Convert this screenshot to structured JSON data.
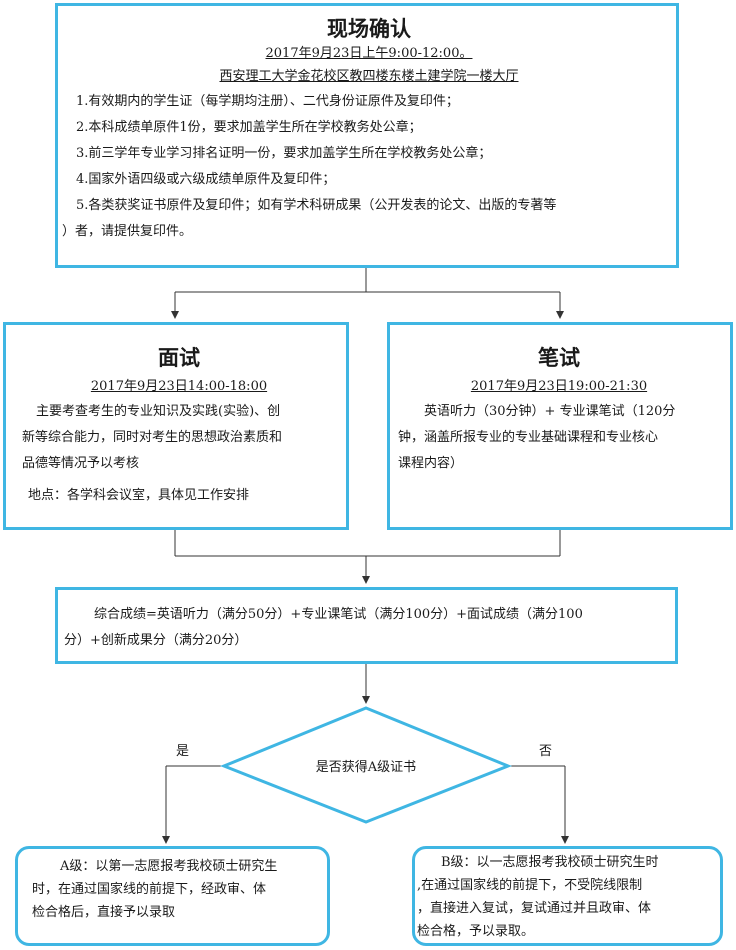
{
  "onsite": {
    "title": "现场确认",
    "date": "2017年9月23日上午9:00-12:00。",
    "location": "西安理工大学金花校区教四楼东楼土建学院一楼大厅",
    "items": [
      "1.有效期内的学生证（每学期均注册）、二代身份证原件及复印件；",
      "2.本科成绩单原件1份，要求加盖学生所在学校教务处公章；",
      "3.前三学年专业学习排名证明一份，要求加盖学生所在学校教务处公章；",
      "4.国家外语四级或六级成绩单原件及复印件；",
      "5.各类获奖证书原件及复印件；如有学术科研成果（公开发表的论文、出版的专著等",
      "）者，请提供复印件。"
    ]
  },
  "interview": {
    "title": "面试",
    "date": "2017年9月23日14:00-18:00",
    "desc_lines": [
      "主要考查考生的专业知识及实践(实验)、创",
      "新等综合能力，同时对考生的思想政治素质和",
      "品德等情况予以考核"
    ],
    "location": "地点：各学科会议室，具体见工作安排"
  },
  "written": {
    "title": "笔试",
    "date": "2017年9月23日19:00-21:30",
    "desc_lines": [
      "英语听力（30分钟）+ 专业课笔试（120分",
      "钟，涵盖所报专业的专业基础课程和专业核心",
      "课程内容）"
    ]
  },
  "score": {
    "lines": [
      "综合成绩=英语听力（满分50分）+专业课笔试（满分100分）+面试成绩（满分100",
      "分）+创新成果分（满分20分）"
    ]
  },
  "decision": {
    "question": "是否获得A级证书",
    "yes": "是",
    "no": "否"
  },
  "grade_a": {
    "lines": [
      "A级：以第一志愿报考我校硕士研究生",
      "时，在通过国家线的前提下，经政审、体",
      "检合格后，直接予以录取"
    ]
  },
  "grade_b": {
    "lines": [
      "B级：以一志愿报考我校硕士研究生时",
      ",在通过国家线的前提下，不受院线限制",
      "，直接进入复试，复试通过并且政审、体",
      "检合格，予以录取。"
    ]
  },
  "colors": {
    "border": "#3fb6e3",
    "line": "#333333"
  }
}
